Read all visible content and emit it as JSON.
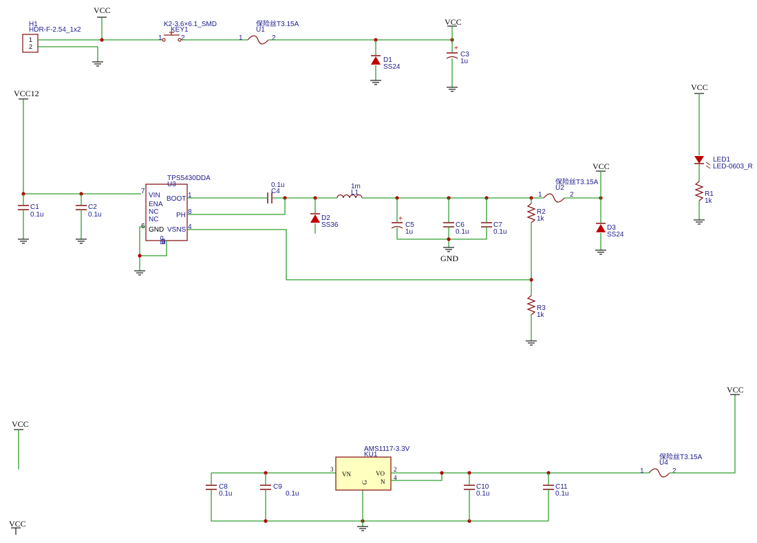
{
  "power": {
    "vcc": "VCC",
    "vcc12": "VCC12",
    "gnd": "GND"
  },
  "header": {
    "ref": "H1",
    "value": "HDR-F-2.54_1x2",
    "pin1": "1",
    "pin2": "2"
  },
  "key": {
    "ref": "KEY1",
    "value": "K2-3.6×6.1_SMD",
    "pin1": "1",
    "pin2": "2"
  },
  "fuse_u1": {
    "ref": "U1",
    "value": "保险丝T3.15A",
    "pin1": "1",
    "pin2": "2"
  },
  "fuse_u2": {
    "ref": "U2",
    "value": "保险丝T3.15A",
    "pin1": "1",
    "pin2": "2"
  },
  "fuse_u4": {
    "ref": "U4",
    "value": "保险丝T3.15A",
    "pin1": "1",
    "pin2": "2"
  },
  "d1": {
    "ref": "D1",
    "value": "SS24"
  },
  "d2": {
    "ref": "D2",
    "value": "SS36"
  },
  "d3": {
    "ref": "D3",
    "value": "SS24"
  },
  "c1": {
    "ref": "C1",
    "value": "0.1u"
  },
  "c2": {
    "ref": "C2",
    "value": "0.1u"
  },
  "c3": {
    "ref": "C3",
    "value": "1u",
    "plus": "+"
  },
  "c4": {
    "ref": "C4",
    "value": "0.1u"
  },
  "c5": {
    "ref": "C5",
    "value": "1u",
    "plus": "+"
  },
  "c6": {
    "ref": "C6",
    "value": "0.1u"
  },
  "c7": {
    "ref": "C7",
    "value": "0.1u"
  },
  "c8": {
    "ref": "C8",
    "value": "0.1u"
  },
  "c9": {
    "ref": "C9",
    "value": "0.1u"
  },
  "c10": {
    "ref": "C10",
    "value": "0.1u"
  },
  "c11": {
    "ref": "C11",
    "value": "0.1u"
  },
  "l1": {
    "ref": "L1",
    "value": "1m"
  },
  "r1": {
    "ref": "R1",
    "value": "1k"
  },
  "r2": {
    "ref": "R2",
    "value": "1k"
  },
  "r3": {
    "ref": "R3",
    "value": "1k"
  },
  "led1": {
    "ref": "LED1",
    "value": "LED-0603_R"
  },
  "u3": {
    "value": "TPS5430DDA",
    "ref": "U3",
    "pins": {
      "vin": "VIN",
      "ena": "ENA",
      "nc1": "NC",
      "nc2": "NC",
      "gnd": "GND",
      "boot": "BOOT",
      "ph": "PH",
      "vsns": "VSNS",
      "ep": "EP"
    },
    "pin_numbers": {
      "vin": "7",
      "gnd": "6",
      "boot": "1",
      "ph": "8",
      "vsns": "4",
      "ep": "9"
    }
  },
  "ku1": {
    "value": "AMS1117-3.3V",
    "ref": "KU1",
    "pins": {
      "vn": "VN",
      "vo": "VO",
      "n": "N",
      "g": "G"
    },
    "pin_numbers": {
      "vn": "3",
      "vo": "2",
      "n": "4"
    }
  }
}
